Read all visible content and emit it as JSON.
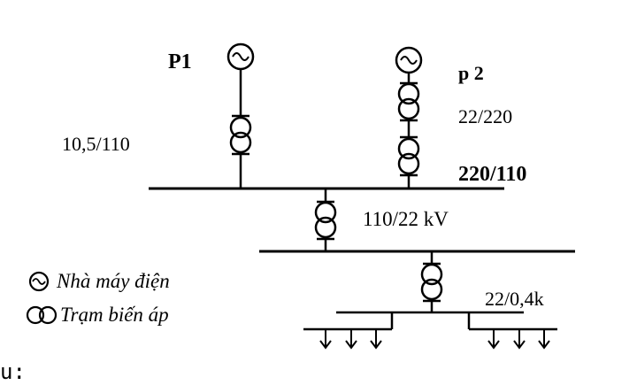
{
  "generators": {
    "p1_label": "P1",
    "p2_label": "p 2"
  },
  "transformers": {
    "t1_label": "10,5/110",
    "t2_label": "22/220",
    "t3_label": "220/110",
    "t4_label": "110/22 kV",
    "t5_label": "22/0,4k"
  },
  "legend": {
    "plant_label": "Nhà máy điện",
    "substation_label": "Trạm biến áp"
  },
  "footer_text": "u:"
}
